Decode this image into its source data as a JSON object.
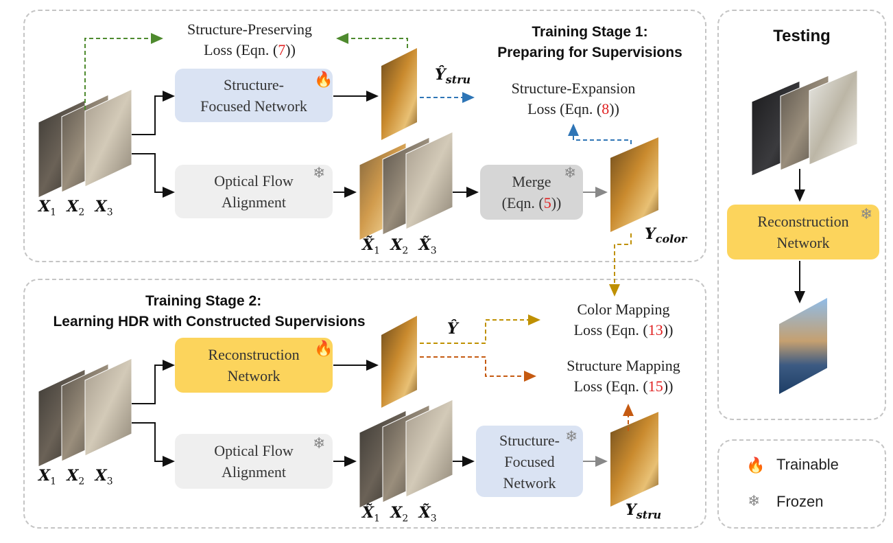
{
  "stage1": {
    "title_line1": "Training Stage 1:",
    "title_line2": "Preparing for Supervisions",
    "structure_focused_network": {
      "line1": "Structure-",
      "line2": "Focused Network"
    },
    "optical_flow": {
      "line1": "Optical Flow",
      "line2": "Alignment"
    },
    "merge": {
      "line1": "Merge",
      "line2_pre": "(Eqn. (",
      "ref": "5",
      "line2_post": "))"
    },
    "sp_loss": {
      "line1": "Structure-Preserving",
      "line2_pre": "Loss (Eqn. (",
      "ref": "7",
      "line2_post": "))"
    },
    "se_loss": {
      "line1": "Structure-Expansion",
      "line2_pre": "Loss (Eqn. (",
      "ref": "8",
      "line2_post": "))"
    },
    "inputs": [
      "X",
      "X",
      "X"
    ],
    "input_subs": [
      "1",
      "2",
      "3"
    ],
    "aligned": [
      "X̃",
      "X",
      "X̃"
    ],
    "y_stru_hat": "Ŷ",
    "y_stru_hat_sub": "stru",
    "y_color": "Y",
    "y_color_sub": "color"
  },
  "stage2": {
    "title_line1": "Training Stage 2:",
    "title_line2": "Learning HDR with Constructed Supervisions",
    "reconstruction_network": {
      "line1": "Reconstruction",
      "line2": "Network"
    },
    "optical_flow": {
      "line1": "Optical Flow",
      "line2": "Alignment"
    },
    "structure_focused_network": {
      "line1": "Structure-",
      "line2": "Focused",
      "line3": "Network"
    },
    "cm_loss": {
      "line1": "Color Mapping",
      "line2_pre": "Loss (Eqn. (",
      "ref": "13",
      "line2_post": "))"
    },
    "sm_loss": {
      "line1": "Structure Mapping",
      "line2_pre": "Loss (Eqn. (",
      "ref": "15",
      "line2_post": "))"
    },
    "inputs": [
      "X",
      "X",
      "X"
    ],
    "input_subs": [
      "1",
      "2",
      "3"
    ],
    "aligned": [
      "X̃",
      "X",
      "X̃"
    ],
    "y_hat": "Ŷ",
    "y_stru": "Y",
    "y_stru_sub": "stru"
  },
  "testing": {
    "title": "Testing",
    "reconstruction_network": {
      "line1": "Reconstruction",
      "line2": "Network"
    }
  },
  "legend": {
    "trainable": "Trainable",
    "frozen": "Frozen"
  },
  "icons": {
    "trainable": "flame-icon",
    "frozen": "snowflake-icon"
  },
  "colors": {
    "panel_border": "#c4c4c4",
    "blue_box": "#dae3f3",
    "gray_box": "#efefef",
    "merge_box": "#d6d6d6",
    "yellow_box": "#fcd45c",
    "green_arrow": "#4e8a2e",
    "blue_arrow": "#2e75b6",
    "gold_arrow": "#bf9000",
    "orange_arrow": "#c55a11",
    "eqn_ref": "#e02020"
  }
}
